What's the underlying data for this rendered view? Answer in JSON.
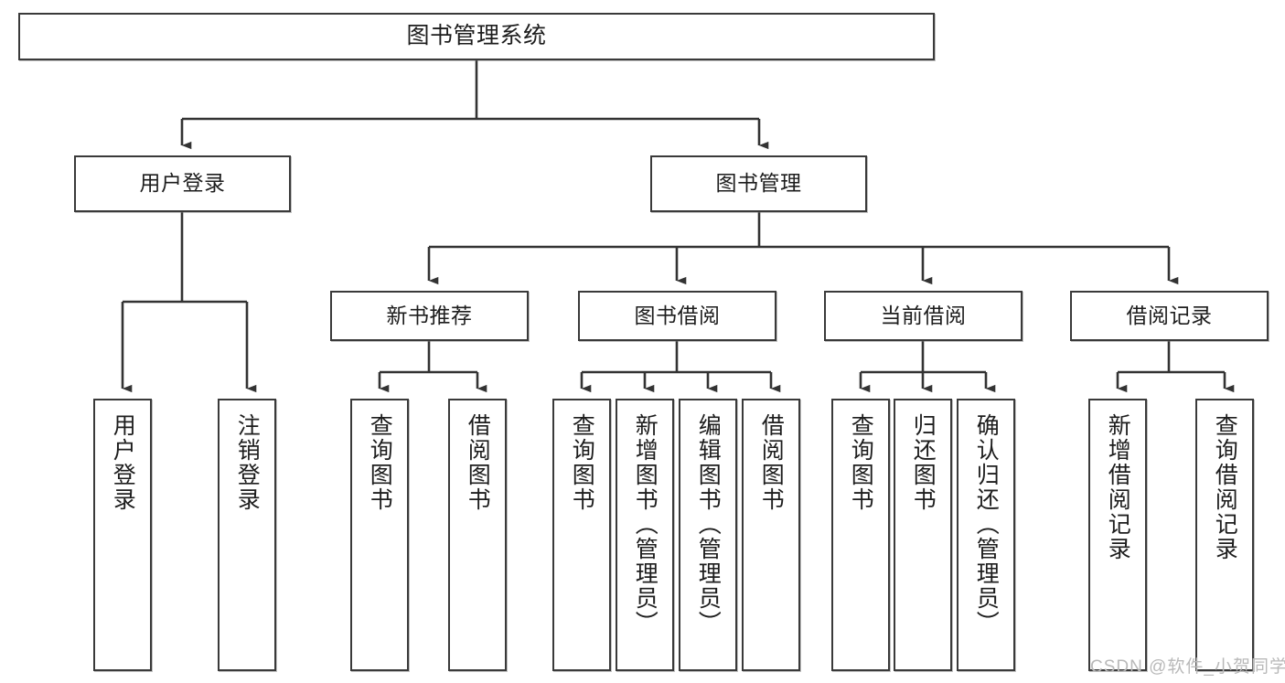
{
  "diagram": {
    "title": "图书管理系统",
    "watermark": "CSDN @软件_小贺同学",
    "colors": {
      "box_border": "#3a3a3a",
      "connector": "#333333",
      "text": "#1d1d1d",
      "background": "#ffffff",
      "watermark": "#b9b9b9"
    },
    "root": {
      "id": "root",
      "label": "图书管理系统"
    },
    "level2": [
      {
        "id": "user-login",
        "label": "用户登录"
      },
      {
        "id": "book-management",
        "label": "图书管理"
      }
    ],
    "level3": [
      {
        "id": "new-book-recommend",
        "label": "新书推荐"
      },
      {
        "id": "book-borrow",
        "label": "图书借阅"
      },
      {
        "id": "current-borrow",
        "label": "当前借阅"
      },
      {
        "id": "borrow-record",
        "label": "借阅记录"
      }
    ],
    "leaves": {
      "user-login": [
        {
          "id": "leaf-user-login",
          "label": "用户登录"
        },
        {
          "id": "leaf-user-logout",
          "label": "注销登录"
        }
      ],
      "new-book-recommend": [
        {
          "id": "leaf-query-book-1",
          "label": "查询图书"
        },
        {
          "id": "leaf-borrow-book-1",
          "label": "借阅图书"
        }
      ],
      "book-borrow": [
        {
          "id": "leaf-query-book-2",
          "label": "查询图书"
        },
        {
          "id": "leaf-add-book",
          "label": "新增图书（管理员）"
        },
        {
          "id": "leaf-edit-book",
          "label": "编辑图书（管理员）"
        },
        {
          "id": "leaf-borrow-book-2",
          "label": "借阅图书"
        }
      ],
      "current-borrow": [
        {
          "id": "leaf-query-book-3",
          "label": "查询图书"
        },
        {
          "id": "leaf-return-book",
          "label": "归还图书"
        },
        {
          "id": "leaf-confirm-return",
          "label": "确认归还（管理员）"
        }
      ],
      "borrow-record": [
        {
          "id": "leaf-add-record",
          "label": "新增借阅记录"
        },
        {
          "id": "leaf-query-record",
          "label": "查询借阅记录"
        }
      ]
    }
  }
}
